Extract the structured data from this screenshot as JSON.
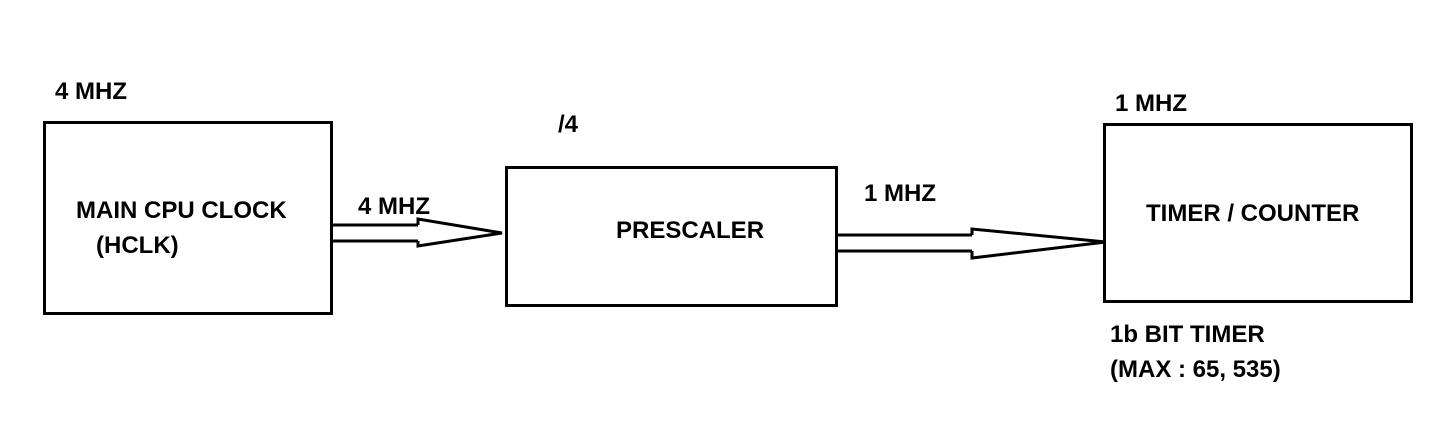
{
  "cpu_clock": {
    "input_freq": "4 MHZ",
    "label_line1": "MAIN CPU CLOCK",
    "label_line2": "(HCLK)"
  },
  "arrow_cpu_to_prescaler": {
    "freq": "4 MHZ"
  },
  "prescaler": {
    "divider": "/4",
    "label": "PRESCALER"
  },
  "arrow_prescaler_to_timer": {
    "freq": "1 MHZ"
  },
  "timer": {
    "input_freq": "1 MHZ",
    "label": "TIMER / COUNTER",
    "note_line1": "1b BIT TIMER",
    "note_line2": "(MAX : 65, 535)"
  }
}
